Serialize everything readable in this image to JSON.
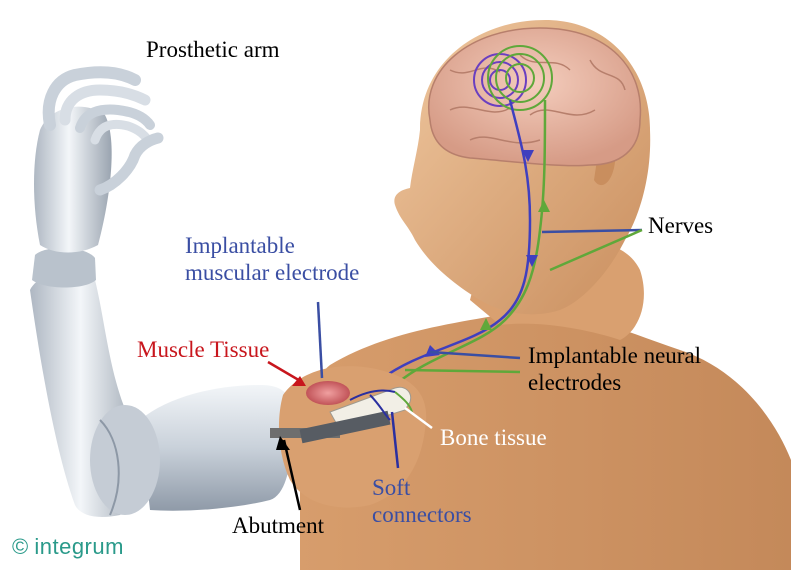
{
  "labels": {
    "prosthetic_arm": "Prosthetic arm",
    "nerves": "Nerves",
    "implantable_muscular_line1": "Implantable",
    "implantable_muscular_line2": "muscular electrode",
    "muscle_tissue": "Muscle Tissue",
    "implantable_neural_line1": "Implantable neural",
    "implantable_neural_line2": "electrodes",
    "bone_tissue": "Bone tissue",
    "soft_connectors_line1": "Soft",
    "soft_connectors_line2": "connectors",
    "abutment": "Abutment"
  },
  "logo": {
    "copyright": "©",
    "brand": "integrum"
  },
  "colors": {
    "muscular_label": "#3a4ea3",
    "muscle_label": "#c8161d",
    "neural_label": "#000000",
    "bone_label": "#ffffff",
    "soft_label": "#3a4ea3",
    "nerve_blue": "#3f3fbf",
    "nerve_green": "#5fa83a",
    "brain_purple": "#6a3fc0",
    "logo": "#2a9a8a",
    "skin": "#e0b287",
    "prosthesis": "#cfd5dc"
  }
}
